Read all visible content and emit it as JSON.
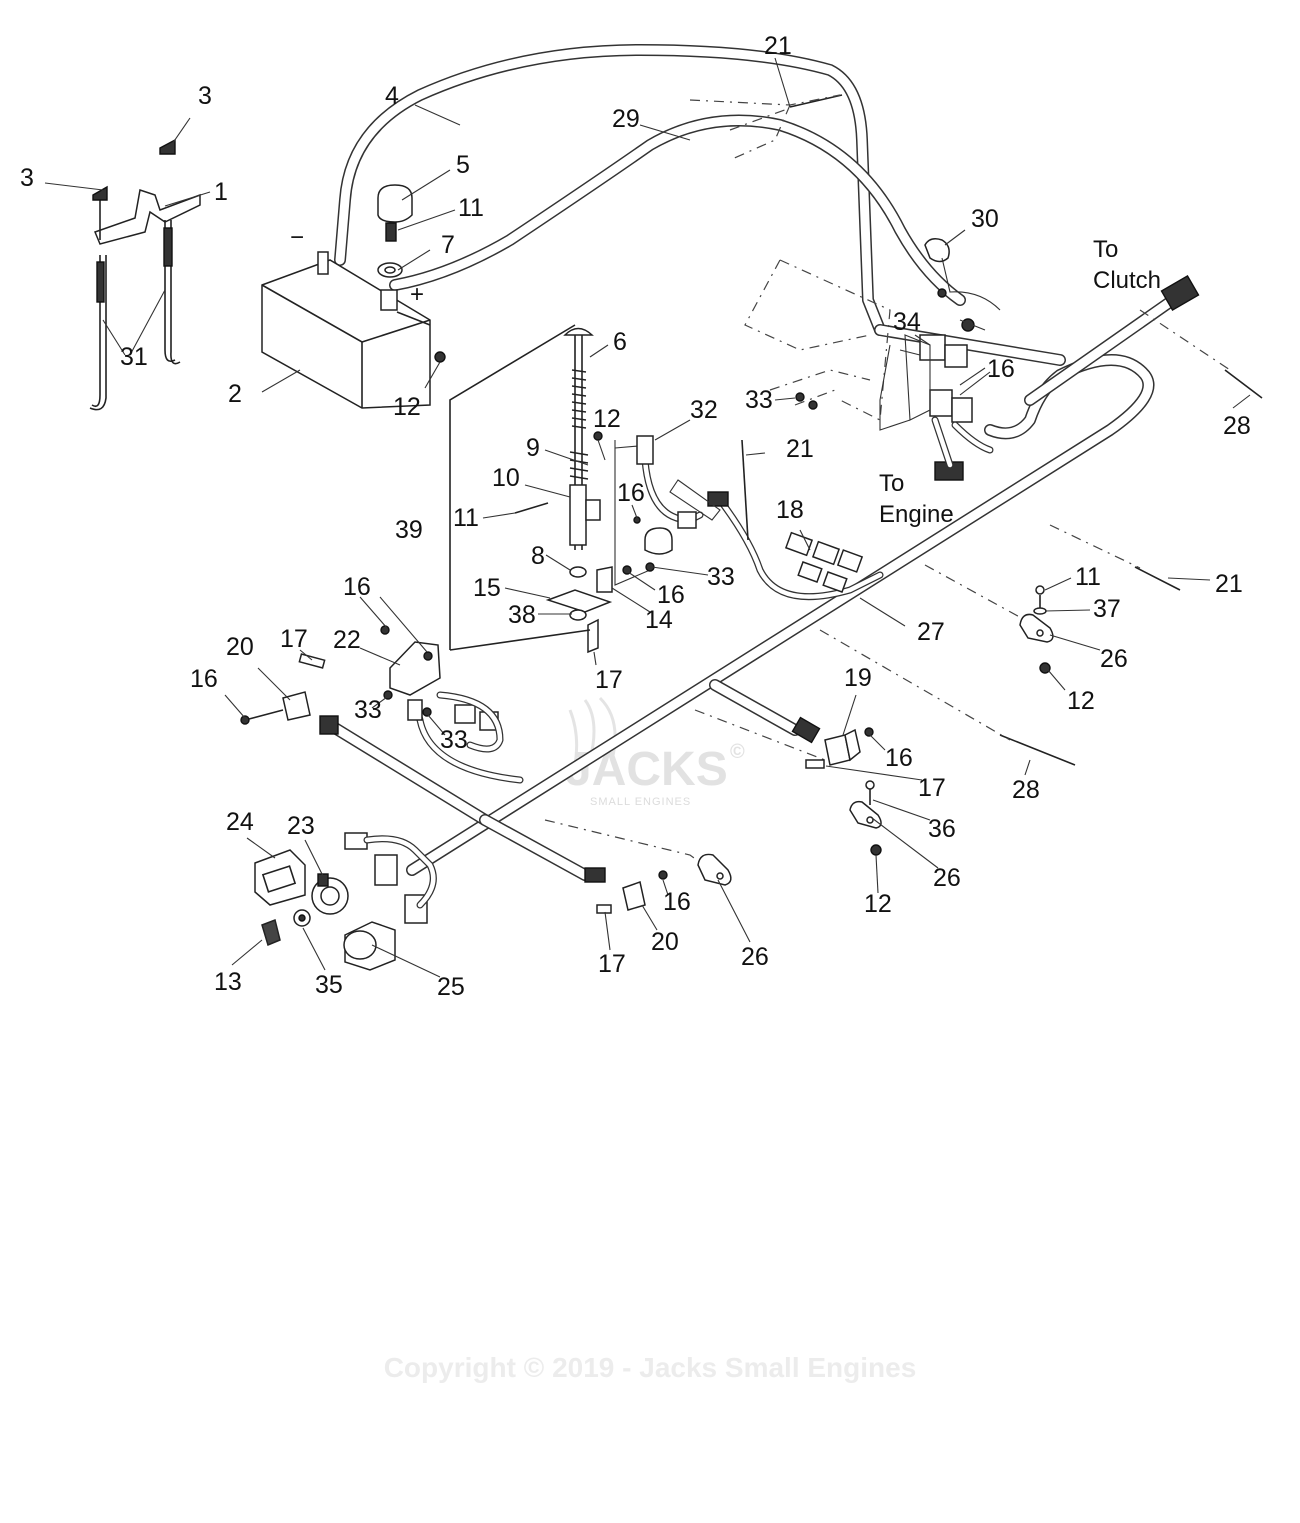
{
  "diagram": {
    "callouts": [
      {
        "id": "c-1",
        "text": "1"
      },
      {
        "id": "c-2",
        "text": "2"
      },
      {
        "id": "c-3a",
        "text": "3"
      },
      {
        "id": "c-3b",
        "text": "3"
      },
      {
        "id": "c-4",
        "text": "4"
      },
      {
        "id": "c-5",
        "text": "5"
      },
      {
        "id": "c-6",
        "text": "6"
      },
      {
        "id": "c-7",
        "text": "7"
      },
      {
        "id": "c-8",
        "text": "8"
      },
      {
        "id": "c-9",
        "text": "9"
      },
      {
        "id": "c-10",
        "text": "10"
      },
      {
        "id": "c-11a",
        "text": "11"
      },
      {
        "id": "c-11b",
        "text": "11"
      },
      {
        "id": "c-11c",
        "text": "11"
      },
      {
        "id": "c-12a",
        "text": "12"
      },
      {
        "id": "c-12b",
        "text": "12"
      },
      {
        "id": "c-12c",
        "text": "12"
      },
      {
        "id": "c-12d",
        "text": "12"
      },
      {
        "id": "c-13",
        "text": "13"
      },
      {
        "id": "c-14",
        "text": "14"
      },
      {
        "id": "c-15",
        "text": "15"
      },
      {
        "id": "c-16a",
        "text": "16"
      },
      {
        "id": "c-16b",
        "text": "16"
      },
      {
        "id": "c-16c",
        "text": "16"
      },
      {
        "id": "c-16d",
        "text": "16"
      },
      {
        "id": "c-16e",
        "text": "16"
      },
      {
        "id": "c-16f",
        "text": "16"
      },
      {
        "id": "c-16g",
        "text": "16"
      },
      {
        "id": "c-17a",
        "text": "17"
      },
      {
        "id": "c-17b",
        "text": "17"
      },
      {
        "id": "c-17c",
        "text": "17"
      },
      {
        "id": "c-17d",
        "text": "17"
      },
      {
        "id": "c-18",
        "text": "18"
      },
      {
        "id": "c-19",
        "text": "19"
      },
      {
        "id": "c-20a",
        "text": "20"
      },
      {
        "id": "c-20b",
        "text": "20"
      },
      {
        "id": "c-21a",
        "text": "21"
      },
      {
        "id": "c-21b",
        "text": "21"
      },
      {
        "id": "c-21c",
        "text": "21"
      },
      {
        "id": "c-22",
        "text": "22"
      },
      {
        "id": "c-23",
        "text": "23"
      },
      {
        "id": "c-24",
        "text": "24"
      },
      {
        "id": "c-25",
        "text": "25"
      },
      {
        "id": "c-26a",
        "text": "26"
      },
      {
        "id": "c-26b",
        "text": "26"
      },
      {
        "id": "c-26c",
        "text": "26"
      },
      {
        "id": "c-27",
        "text": "27"
      },
      {
        "id": "c-28a",
        "text": "28"
      },
      {
        "id": "c-28b",
        "text": "28"
      },
      {
        "id": "c-29",
        "text": "29"
      },
      {
        "id": "c-30",
        "text": "30"
      },
      {
        "id": "c-31",
        "text": "31"
      },
      {
        "id": "c-32",
        "text": "32"
      },
      {
        "id": "c-33a",
        "text": "33"
      },
      {
        "id": "c-33b",
        "text": "33"
      },
      {
        "id": "c-33c",
        "text": "33"
      },
      {
        "id": "c-33d",
        "text": "33"
      },
      {
        "id": "c-34",
        "text": "34"
      },
      {
        "id": "c-35",
        "text": "35"
      },
      {
        "id": "c-36",
        "text": "36"
      },
      {
        "id": "c-37",
        "text": "37"
      },
      {
        "id": "c-38",
        "text": "38"
      },
      {
        "id": "c-39",
        "text": "39"
      }
    ],
    "notes": [
      {
        "id": "to-clutch",
        "lines": [
          "To",
          "Clutch"
        ]
      },
      {
        "id": "to-engine",
        "lines": [
          "To",
          "Engine"
        ]
      }
    ],
    "polarity": {
      "negative": "−",
      "positive": "+"
    }
  },
  "watermark": {
    "logo_text": "JACKS",
    "logo_subtext": "SMALL ENGINES",
    "logo_mark": "©",
    "copyright": "Copyright © 2019 - Jacks Small Engines"
  }
}
